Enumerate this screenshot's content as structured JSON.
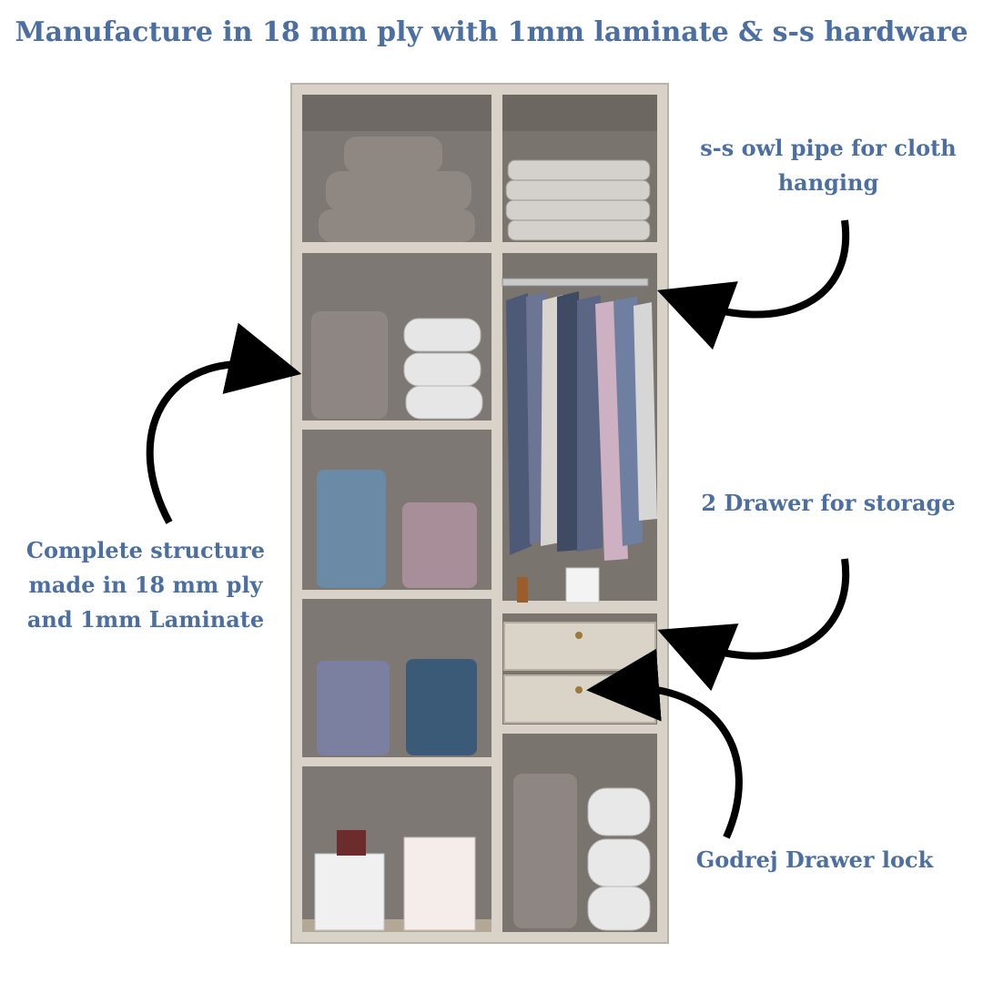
{
  "header": {
    "title": "Manufacture in 18 mm ply with 1mm laminate & s-s hardware"
  },
  "callouts": {
    "pipe": "s-s owl pipe for cloth hanging",
    "structure": "Complete structure made in 18 mm ply and 1mm Laminate",
    "drawers": "2 Drawer for storage",
    "lock": "Godrej Drawer lock"
  },
  "colors": {
    "text": "#4c6fa3",
    "laminate": "#d8d2c8",
    "interior": "#7c7772",
    "arrow": "#000000"
  }
}
